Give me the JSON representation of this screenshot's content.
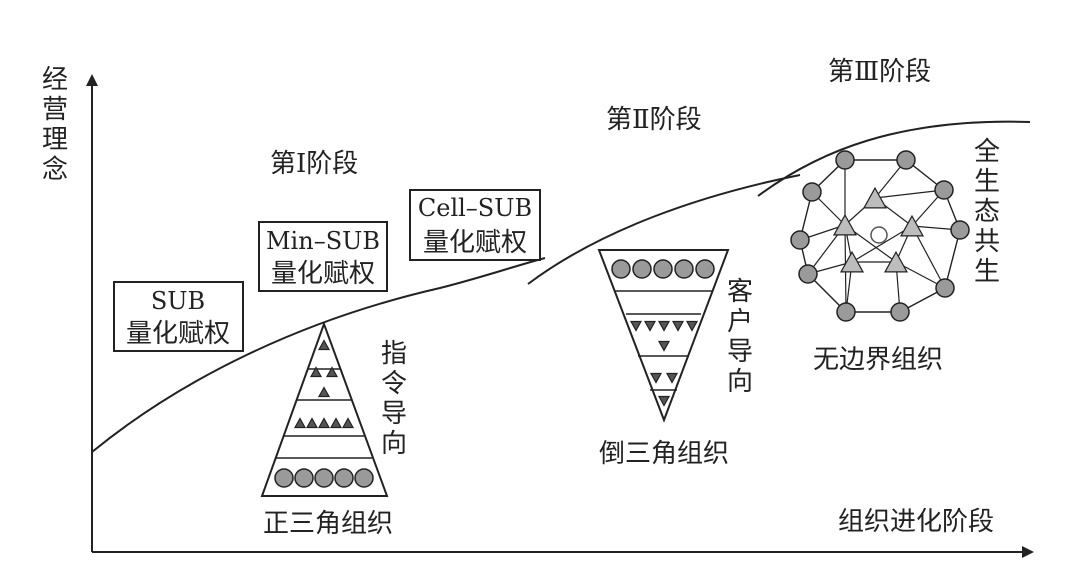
{
  "axes": {
    "y_label_chars": [
      "经",
      "营",
      "理",
      "念"
    ],
    "x_label": "组织进化阶段"
  },
  "stages": {
    "stage1": "第Ⅰ阶段",
    "stage2": "第Ⅱ阶段",
    "stage3": "第Ⅲ阶段"
  },
  "boxes": {
    "sub": {
      "line1": "SUB",
      "line2": "量化赋权"
    },
    "min_sub": {
      "line1": "Min–SUB",
      "line2": "量化赋权"
    },
    "cell_sub": {
      "line1": "Cell–SUB",
      "line2": "量化赋权"
    }
  },
  "organizations": {
    "upright": {
      "caption": "正三角组织",
      "side_label_chars": [
        "指",
        "令",
        "导",
        "向"
      ]
    },
    "inverted": {
      "caption": "倒三角组织",
      "side_label_chars": [
        "客",
        "户",
        "导",
        "向"
      ]
    },
    "boundaryless": {
      "caption": "无边界组织",
      "side_label_chars": [
        "全",
        "生",
        "态",
        "共",
        "生"
      ]
    }
  },
  "colors": {
    "line": "#222222",
    "node_fill": "#9a9a9a",
    "triangle_fill": "#bdbdbd",
    "background": "#ffffff"
  }
}
